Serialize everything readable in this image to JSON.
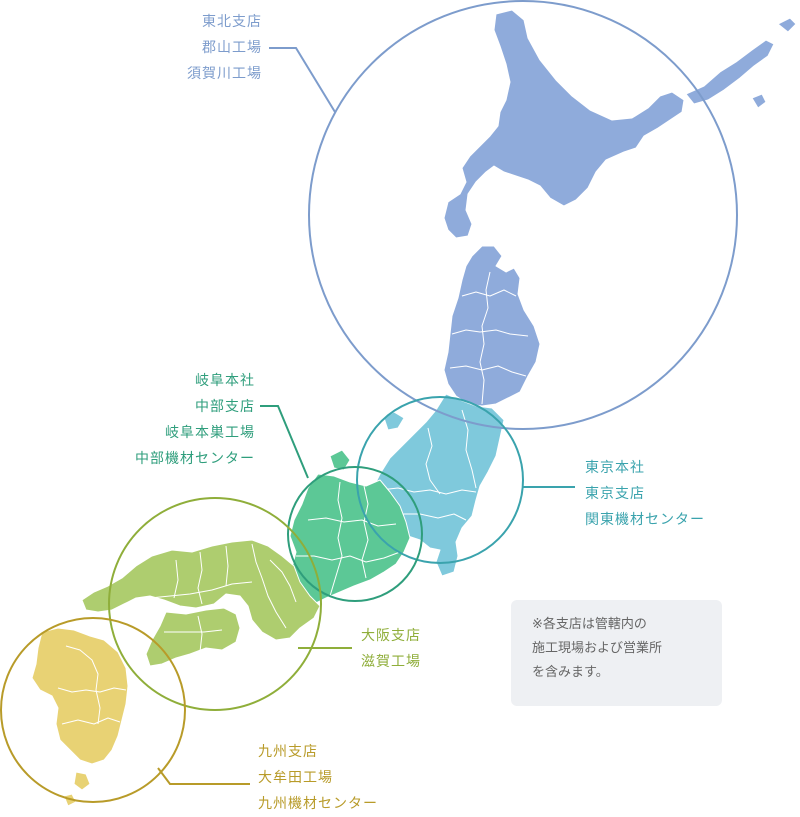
{
  "regions": {
    "tohoku": {
      "color": "#7d9ccc",
      "fill": "#8fabdb",
      "lines": [
        "東北支店",
        "郡山工場",
        "須賀川工場"
      ]
    },
    "chubu": {
      "color": "#2f9e7c",
      "fill": "#5cc896",
      "lines": [
        "岐阜本社",
        "中部支店",
        "岐阜本巣工場",
        "中部機材センター"
      ]
    },
    "kanto": {
      "color": "#3aa3ad",
      "fill": "#7fc9dc",
      "lines": [
        "東京本社",
        "東京支店",
        "関東機材センター"
      ]
    },
    "kansai": {
      "color": "#8fae3a",
      "fill": "#aecd6f",
      "lines": [
        "大阪支店",
        "滋賀工場"
      ]
    },
    "kyushu": {
      "color": "#b89b29",
      "fill": "#e8d274",
      "lines": [
        "九州支店",
        "大牟田工場",
        "九州機材センター"
      ]
    }
  },
  "note": {
    "lines": [
      "※各支店は管轄内の",
      "施工現場および営業所",
      "を含みます。"
    ]
  }
}
